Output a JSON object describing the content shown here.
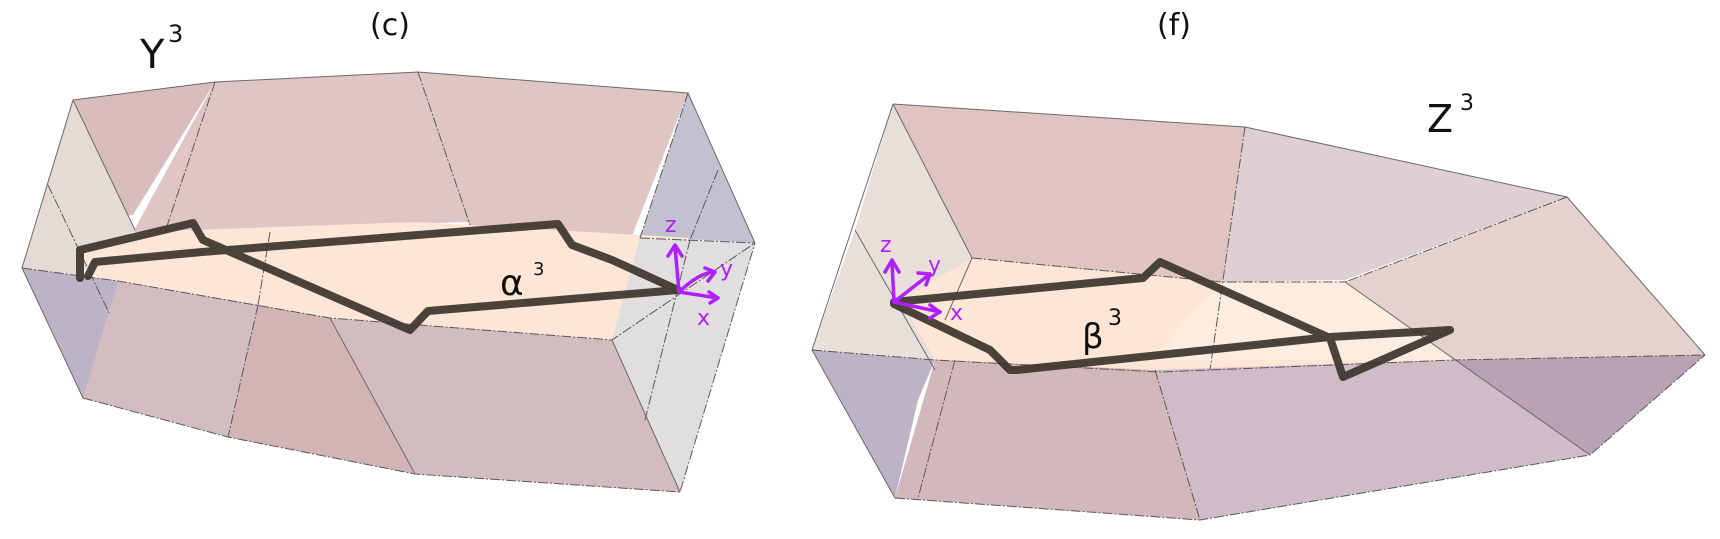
{
  "figure": {
    "panels": [
      {
        "id": "c",
        "panel_label": "(c)",
        "solid_label": "Y",
        "solid_label_sup": "3",
        "curve_label": "α",
        "curve_label_sup": "3",
        "axes": {
          "x": "x",
          "y": "y",
          "z": "z"
        }
      },
      {
        "id": "f",
        "panel_label": "(f)",
        "solid_label": "Z",
        "solid_label_sup": "3",
        "curve_label": "β",
        "curve_label_sup": "3",
        "axes": {
          "x": "x",
          "y": "y",
          "z": "z"
        }
      }
    ]
  },
  "colors": {
    "face_rose": "#dcc0c2",
    "face_rose_dark": "#d2b3b6",
    "face_beige": "#e7dcd7",
    "face_lavender": "#bdb3c6",
    "face_grey": "#e0dedf",
    "face_slate": "#c3c1d0",
    "face_peach": "#fde6d6",
    "face_peach_light": "#fdeddf",
    "face_mauve": "#cfbcc6",
    "face_purple": "#b9a2b6",
    "curve": "#3c342c",
    "axes": "#b020ff"
  }
}
